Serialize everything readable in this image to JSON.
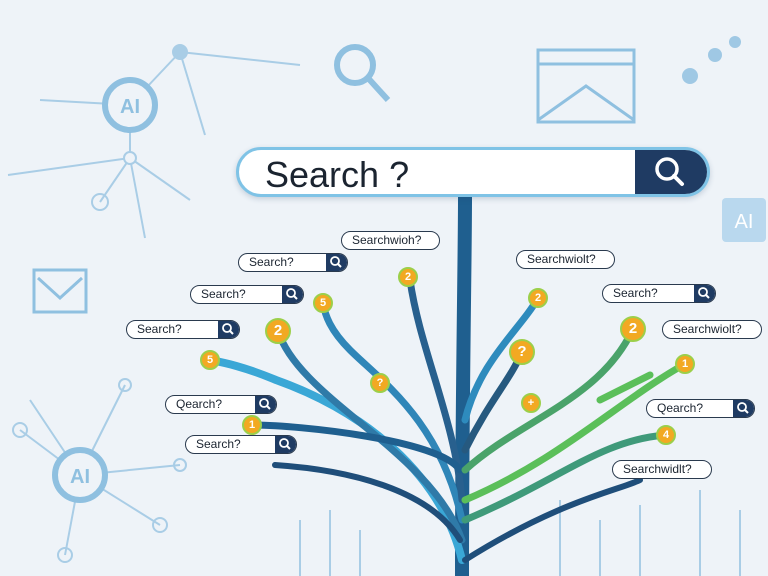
{
  "main_search": {
    "text": "Search ?",
    "icon": "search-icon"
  },
  "pills": [
    {
      "label": "Searchwioh?",
      "button": false
    },
    {
      "label": "Search?",
      "button": true
    },
    {
      "label": "Search?",
      "button": true
    },
    {
      "label": "Search?",
      "button": true
    },
    {
      "label": "Qearch?",
      "button": true
    },
    {
      "label": "Search?",
      "button": true
    },
    {
      "label": "Searchwiolt?",
      "button": false
    },
    {
      "label": "Search?",
      "button": true
    },
    {
      "label": "Searchwiolt?",
      "button": false
    },
    {
      "label": "Qearch?",
      "button": true
    },
    {
      "label": "Searchwidlt?",
      "button": false
    }
  ],
  "badges": [
    "5",
    "2",
    "5",
    "2",
    "?",
    "1",
    "2",
    "?",
    "+",
    "2",
    "1",
    "4"
  ],
  "decor": {
    "ai_label": "AI"
  },
  "colors": {
    "navy": "#1f3b63",
    "badge": "#f2a922",
    "branch_blue": "#3aa7d6",
    "branch_green": "#5bbf5a"
  }
}
